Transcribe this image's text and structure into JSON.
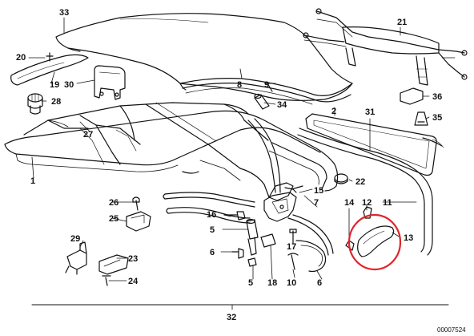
{
  "diagram": {
    "reference_code": "00007524",
    "highlight_color": "#e0252b",
    "ink_color": "#111111",
    "part_numbers": [
      "1",
      "2",
      "5",
      "6",
      "7",
      "8",
      "9",
      "10",
      "11",
      "12",
      "13",
      "14",
      "15",
      "16",
      "17",
      "18",
      "19",
      "20",
      "21",
      "22",
      "23",
      "24",
      "25",
      "26",
      "27",
      "28",
      "29",
      "30",
      "31",
      "32",
      "33",
      "34",
      "35",
      "36"
    ],
    "highlighted_part": "13"
  }
}
